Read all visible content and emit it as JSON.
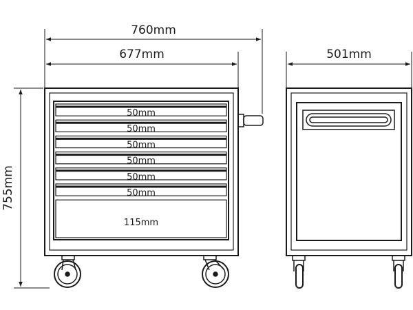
{
  "dimensions": {
    "total_width": "760mm",
    "body_width": "677mm",
    "depth": "501mm",
    "height": "755mm"
  },
  "drawers": [
    "50mm",
    "50mm",
    "50mm",
    "50mm",
    "50mm",
    "50mm",
    "115mm"
  ],
  "colors": {
    "line": "#1a1a1a",
    "background": "#ffffff"
  }
}
